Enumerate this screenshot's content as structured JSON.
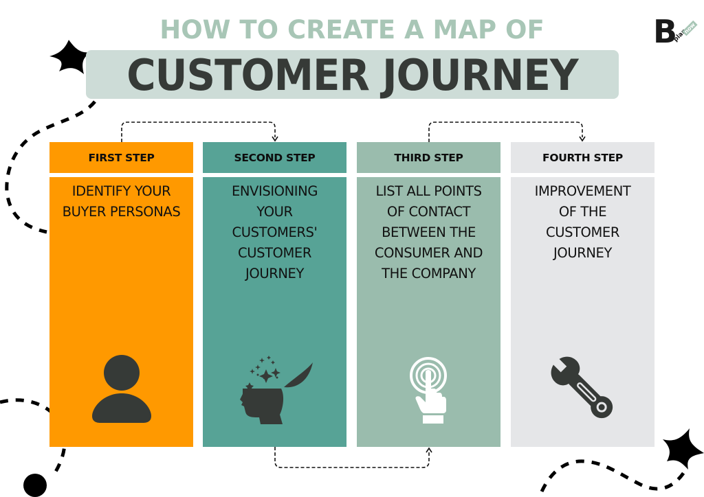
{
  "header": {
    "subtitle": "HOW TO CREATE A MAP OF",
    "title": "CUSTOMER JOURNEY"
  },
  "logo": {
    "letter": "B",
    "word1": "plan",
    "word2": "now"
  },
  "colors": {
    "step1": "#ff9900",
    "step2": "#57a396",
    "step3": "#9abcad",
    "step4": "#e5e6e8",
    "subtitle": "#a8c6b6",
    "title_box": "#cddcd7",
    "dark": "#363a37"
  },
  "steps": [
    {
      "label": "FIRST STEP",
      "text": "IDENTIFY YOUR\nBUYER PERSONAS",
      "icon": "person-icon"
    },
    {
      "label": "SECOND STEP",
      "text": "ENVISIONING\nYOUR\nCUSTOMERS'\nCUSTOMER\nJOURNEY",
      "icon": "open-head-stars-icon"
    },
    {
      "label": "THIRD STEP",
      "text": "LIST ALL POINTS\nOF CONTACT\nBETWEEN THE\nCONSUMER AND\nTHE COMPANY",
      "icon": "touch-finger-icon"
    },
    {
      "label": "FOURTH STEP",
      "text": "IMPROVEMENT\nOF THE\nCUSTOMER\nJOURNEY",
      "icon": "wrench-icon"
    }
  ]
}
